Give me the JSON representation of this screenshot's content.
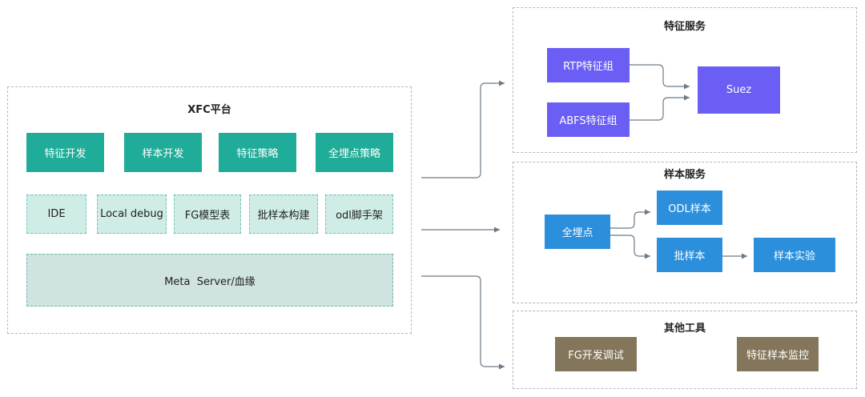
{
  "colors": {
    "teal": "#1fac98",
    "tool_fill": "#cfece6",
    "meta_fill": "#cfe3e0",
    "purple": "#6a5ef4",
    "blue": "#2b8fdc",
    "brown": "#84765a",
    "arrow": "#6c7a87"
  },
  "xfc": {
    "title": "XFC平台",
    "features": [
      "特征开发",
      "样本开发",
      "特征策略",
      "全埋点策略"
    ],
    "tools": [
      "IDE",
      "Local debug",
      "FG模型表",
      "批样本构建",
      "odl脚手架"
    ],
    "meta": "Meta  Server/血缘"
  },
  "feature_service": {
    "title": "特征服务",
    "groups": [
      "RTP特征组",
      "ABFS特征组"
    ],
    "target": "Suez"
  },
  "sample_service": {
    "title": "样本服务",
    "source": "全埋点",
    "odl": "ODL样本",
    "batch": "批样本",
    "experiment": "样本实验"
  },
  "other_tools": {
    "title": "其他工具",
    "items": [
      "FG开发调试",
      "特征样本监控"
    ]
  }
}
